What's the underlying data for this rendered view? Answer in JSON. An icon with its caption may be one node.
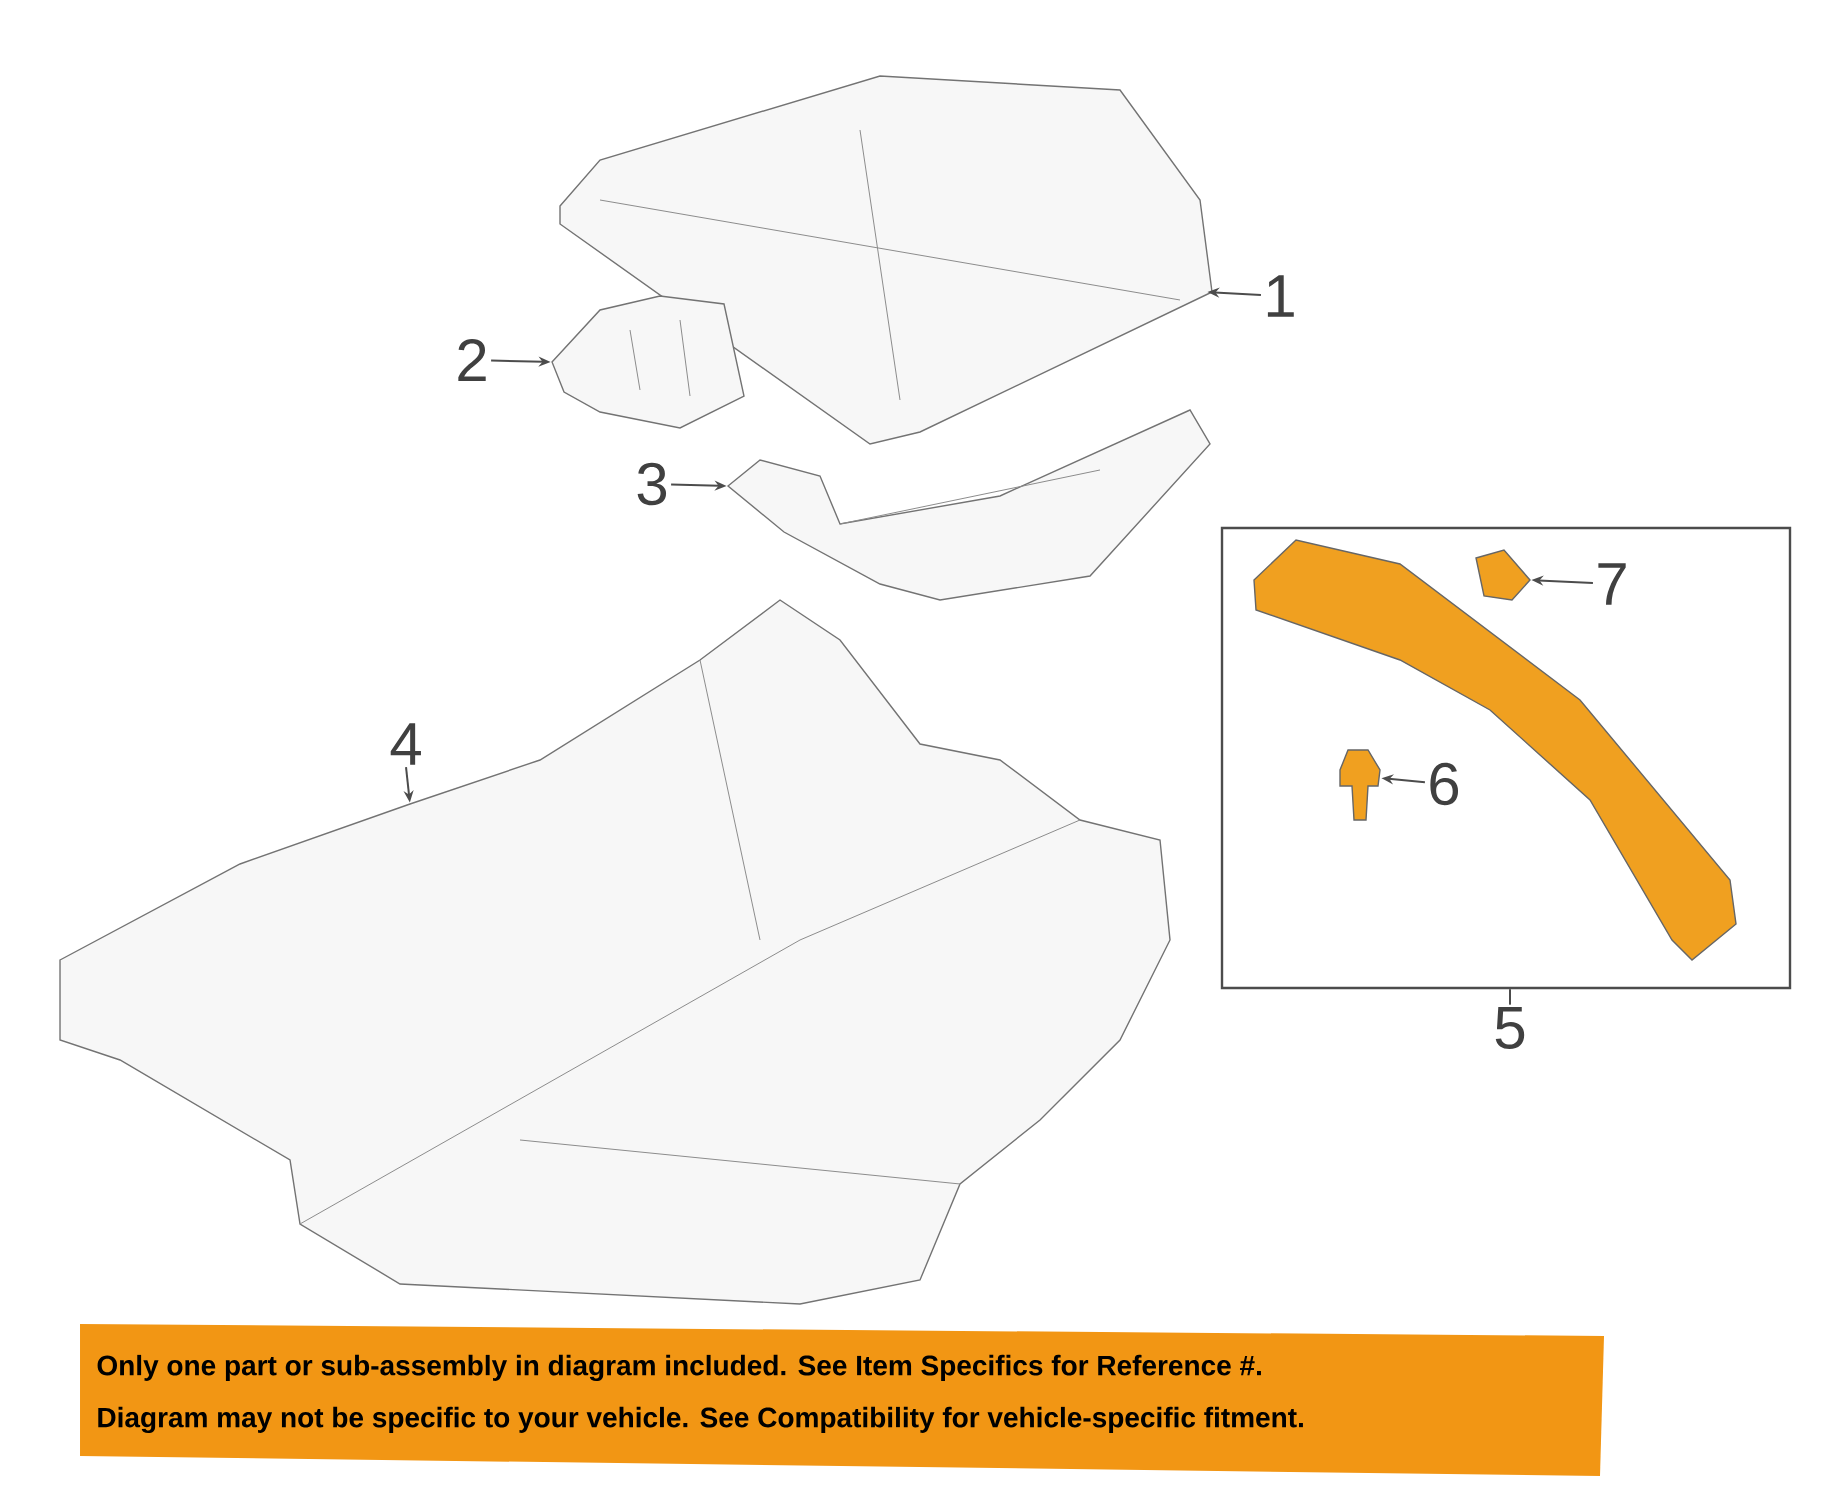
{
  "diagram": {
    "nodes": [
      {
        "text": [
          "1"
        ]
      },
      {
        "text": [],
        "shape": "picture"
      },
      {
        "text": [
          "2"
        ]
      },
      {
        "text": [],
        "shape": "picture"
      },
      {
        "text": [
          "3"
        ]
      },
      {
        "text": [],
        "shape": "picture"
      },
      {
        "text": [],
        "shape": "box"
      },
      {
        "text": [],
        "shape": "picture",
        "in": 6
      },
      {
        "text": [
          "7"
        ],
        "in": 6
      },
      {
        "text": [],
        "shape": "picture",
        "in": 6
      },
      {
        "text": [
          "6"
        ],
        "in": 6
      },
      {
        "text": [],
        "shape": "picture",
        "in": 6
      },
      {
        "text": [
          "4"
        ]
      },
      {
        "text": [],
        "shape": "picture"
      },
      {
        "text": [
          "5"
        ]
      }
    ],
    "edges": [
      {
        "from": 0,
        "to": 1,
        "arrow": "to"
      },
      {
        "from": 2,
        "to": 3,
        "arrow": "to"
      },
      {
        "from": 4,
        "to": 5,
        "arrow": "to"
      },
      {
        "from": 8,
        "to": 9,
        "arrow": "to"
      },
      {
        "from": 10,
        "to": 11,
        "arrow": "to"
      },
      {
        "from": 12,
        "to": 13,
        "arrow": "to"
      },
      {
        "from": 14,
        "to": 6,
        "arrow": "none"
      }
    ],
    "labels": [
      "Only one part or sub-assembly in diagram included. See Item Specifics for Reference #.",
      "Diagram may not be specific to your vehicle. See Compatibility for vehicle-specific fitment."
    ]
  }
}
